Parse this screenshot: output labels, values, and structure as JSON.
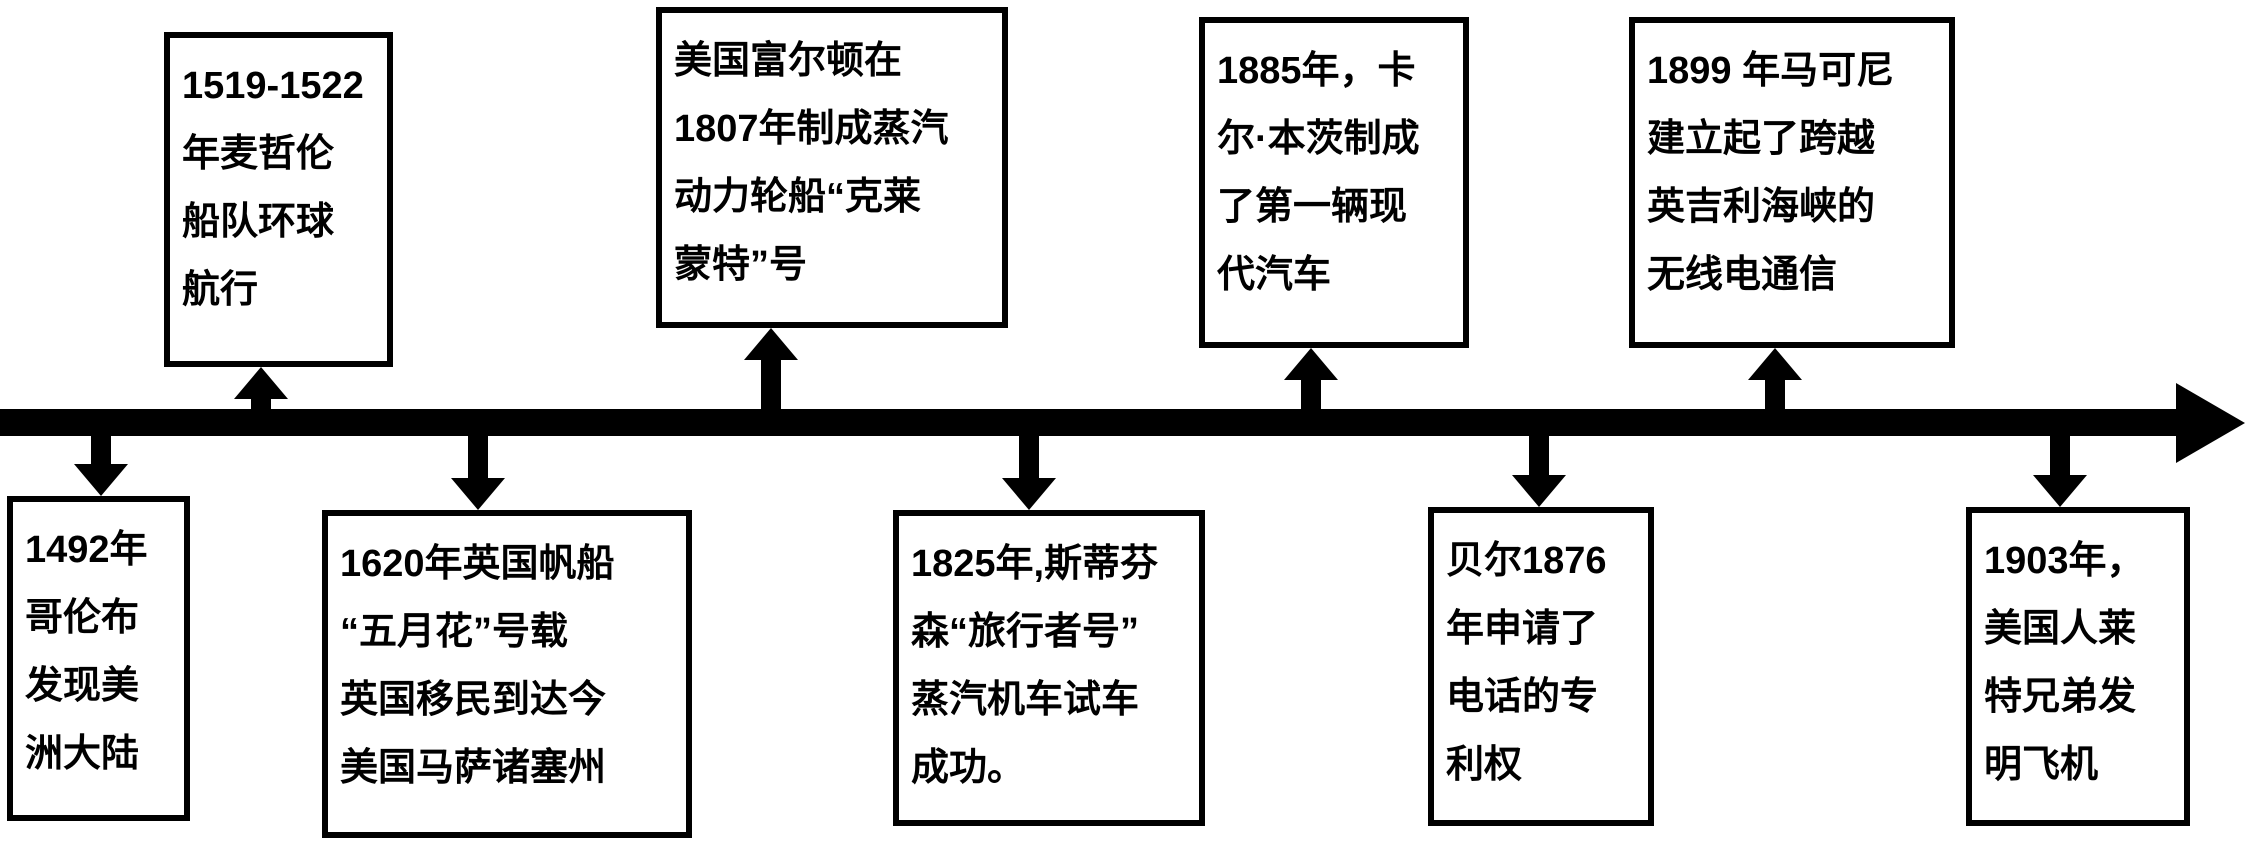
{
  "diagram": {
    "type": "timeline",
    "axis_color": "#000000",
    "background_color": "#ffffff",
    "events_above": [
      {
        "lines": [
          "1519-1522",
          "年麦哲伦",
          "船队环球",
          "航行"
        ]
      },
      {
        "lines": [
          "美国富尔顿在",
          "1807年制成蒸汽",
          "动力轮船“克莱",
          "蒙特”号"
        ]
      },
      {
        "lines": [
          "1885年，卡",
          "尔·本茨制成",
          "了第一辆现",
          "代汽车"
        ]
      },
      {
        "lines": [
          "1899 年马可尼",
          "建立起了跨越",
          "英吉利海峡的",
          "无线电通信"
        ]
      }
    ],
    "events_below": [
      {
        "lines": [
          "1492年",
          "哥伦布",
          "发现美",
          "洲大陆"
        ]
      },
      {
        "lines": [
          "1620年英国帆船",
          "“五月花”号载",
          "英国移民到达今",
          "美国马萨诸塞州"
        ]
      },
      {
        "lines": [
          "1825年,斯蒂芬",
          "森“旅行者号”",
          "蒸汽机车试车",
          "成功。"
        ]
      },
      {
        "lines": [
          "贝尔1876",
          "年申请了",
          "电话的专",
          "利权"
        ]
      },
      {
        "lines": [
          "1903年，",
          "美国人莱",
          "特兄弟发",
          "明飞机"
        ]
      }
    ]
  }
}
